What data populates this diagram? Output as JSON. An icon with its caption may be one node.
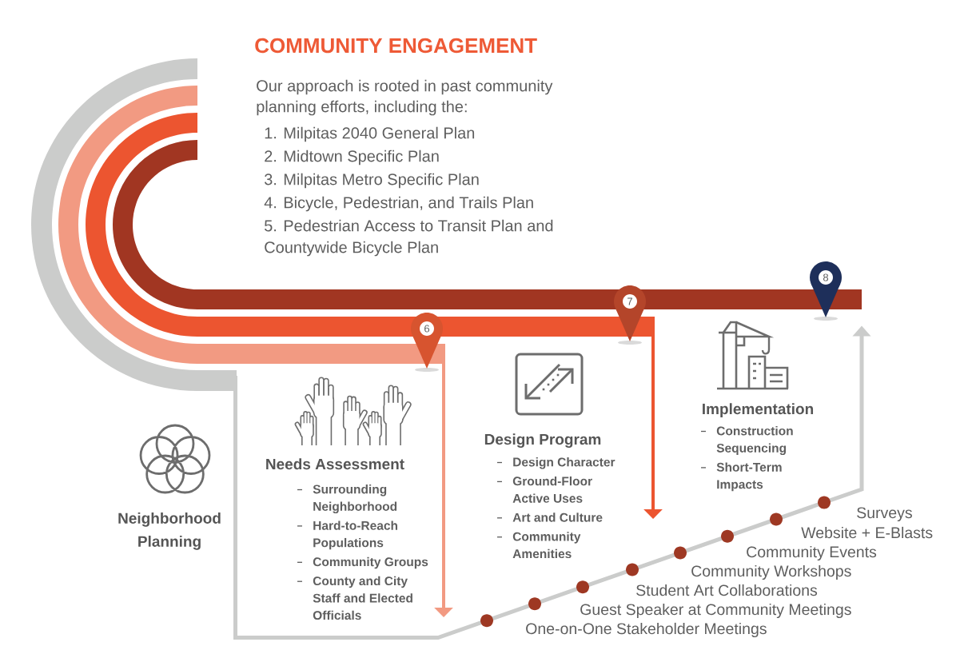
{
  "diagram": {
    "title": "COMMUNITY ENGAGEMENT",
    "nodes": [
      {
        "text": [
          "Neighborhood Planning"
        ]
      },
      {
        "text": [
          "6"
        ]
      },
      {
        "text": [
          "Needs Assessment",
          "Surrounding Neighborhood",
          "Hard-to-Reach Populations",
          "Community Groups",
          "County and City Staff and Elected Officials"
        ]
      },
      {
        "text": [
          "7"
        ]
      },
      {
        "text": [
          "Design Program",
          "Design Character",
          "Ground-Floor Active Uses",
          "Art and Culture",
          "Community Amenities"
        ]
      },
      {
        "text": [
          "8"
        ]
      },
      {
        "text": [
          "Implementation",
          "Construction Sequencing",
          "Short-Term Impacts"
        ]
      }
    ],
    "edges": [
      {
        "from": 1,
        "to": 2,
        "arrow": "to",
        "color": "#f29a82"
      },
      {
        "from": 3,
        "to": 4,
        "arrow": "to",
        "color": "#ec5530"
      }
    ],
    "labels": [
      "Our approach is rooted in past community planning efforts, including the:",
      "1. Milpitas 2040 General Plan",
      "2. Midtown Specific Plan",
      "3. Milpitas Metro Specific Plan",
      "4. Bicycle, Pedestrian, and Trails Plan",
      "5. Pedestrian Access to Transit Plan and Countywide Bicycle Plan",
      "Surveys",
      "Website + E-Blasts",
      "Community Events",
      "Community Workshops",
      "Student Art Collaborations",
      "Guest Speaker at Community Meetings",
      "One-on-One Stakeholder Meetings"
    ]
  }
}
